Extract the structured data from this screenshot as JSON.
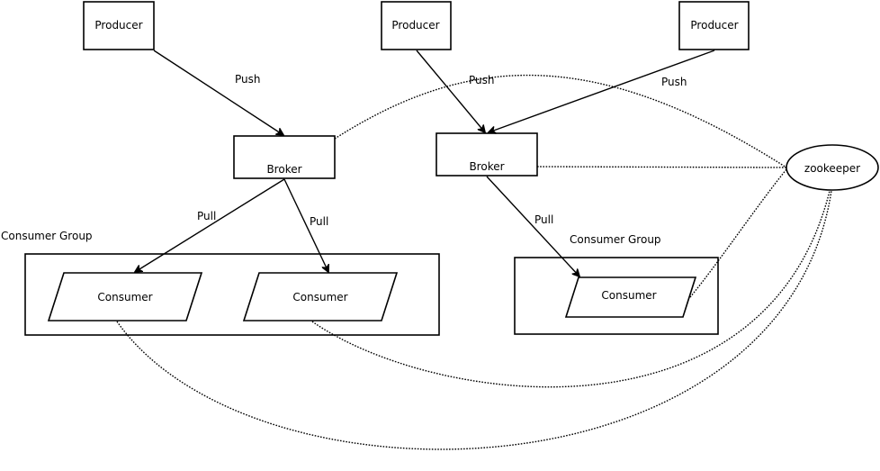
{
  "producers": [
    {
      "label": "Producer"
    },
    {
      "label": "Producer"
    },
    {
      "label": "Producer"
    }
  ],
  "brokers": [
    {
      "label": "Broker"
    },
    {
      "label": "Broker"
    }
  ],
  "consumer_groups": [
    {
      "label": "Consumer Group"
    },
    {
      "label": "Consumer Group"
    }
  ],
  "consumers": [
    {
      "label": "Consumer"
    },
    {
      "label": "Consumer"
    },
    {
      "label": "Consumer"
    }
  ],
  "zookeeper": {
    "label": "zookeeper"
  },
  "edge_labels": {
    "push_1": "Push",
    "push_2": "Push",
    "push_3": "Push",
    "pull_1": "Pull",
    "pull_2": "Pull",
    "pull_3": "Pull"
  }
}
